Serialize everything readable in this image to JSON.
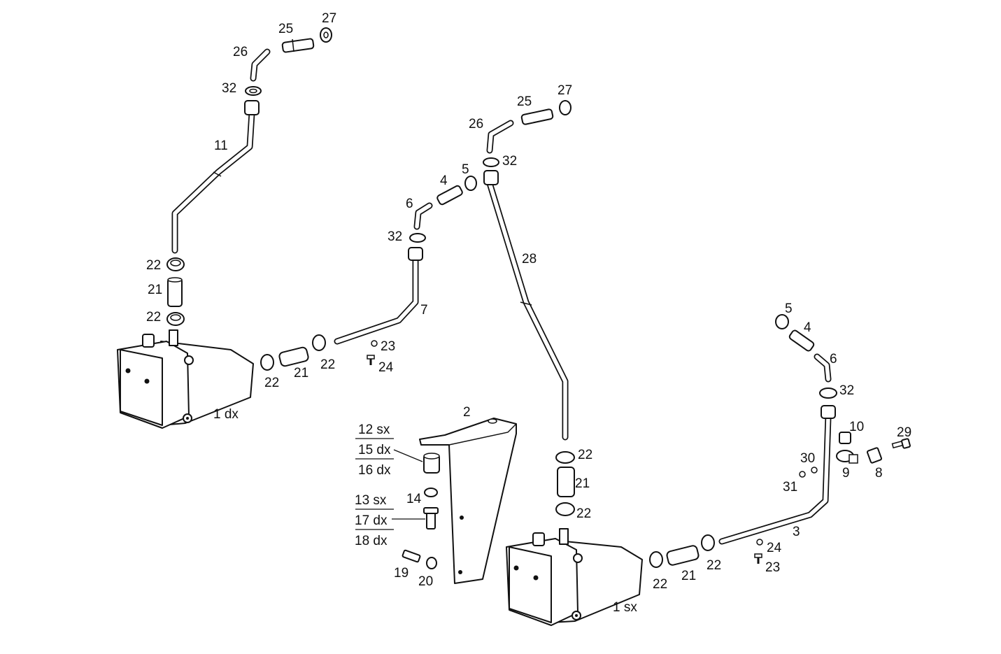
{
  "labels": {
    "l26a": "26",
    "l25a": "25",
    "l27a": "27",
    "l32a": "32",
    "l11": "11",
    "l22a": "22",
    "l21a": "21",
    "l22b": "22",
    "l1dx": "1 dx",
    "l22c": "22",
    "l21b": "21",
    "l22d": "22",
    "l23a": "23",
    "l24a": "24",
    "l6a": "6",
    "l4a": "4",
    "l5a": "5",
    "l32b": "32",
    "l7": "7",
    "l26b": "26",
    "l25b": "25",
    "l27b": "27",
    "l32c": "32",
    "l28": "28",
    "l2": "2",
    "l12sx": "12 sx",
    "l15dx": "15 dx",
    "l16dx": "16 dx",
    "l14": "14",
    "l13sx": "13 sx",
    "l17dx": "17 dx",
    "l18dx": "18 dx",
    "l19": "19",
    "l20": "20",
    "l22e": "22",
    "l21c": "21",
    "l22f": "22",
    "l1sx": "1 sx",
    "l22g": "22",
    "l21d": "21",
    "l22h": "22",
    "l24b": "24",
    "l23b": "23",
    "l3": "3",
    "l5b": "5",
    "l4b": "4",
    "l6b": "6",
    "l32d": "32",
    "l10": "10",
    "l29": "29",
    "l30": "30",
    "l31": "31",
    "l9": "9",
    "l8": "8"
  }
}
